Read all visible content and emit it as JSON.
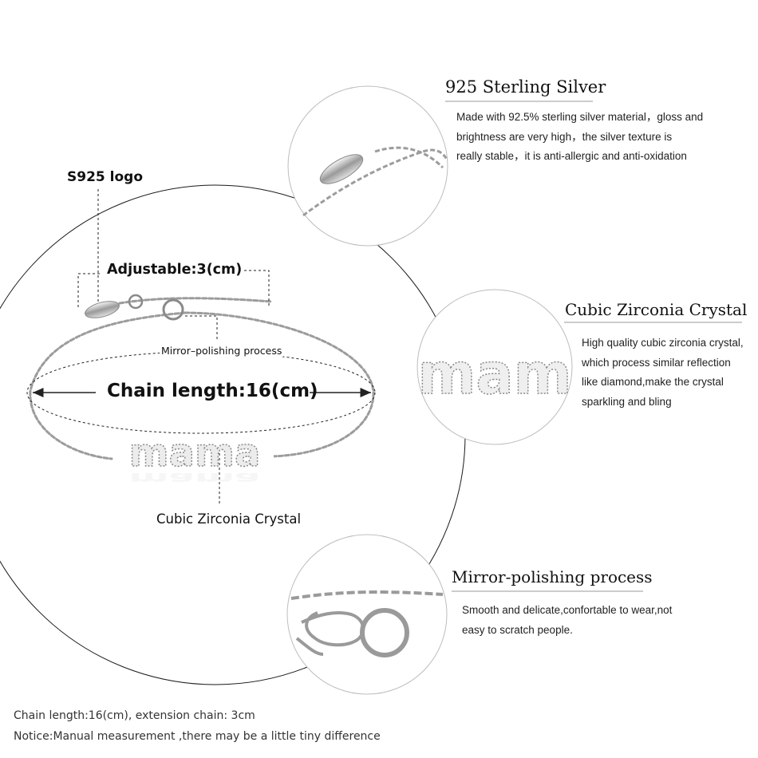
{
  "labels": {
    "s925_logo": "S925 logo",
    "adjustable": "Adjustable:3(cm)",
    "mirror_process": "Mirror–polishing process",
    "chain_length": "Chain length:16(cm)",
    "cubic_zirconia": "Cubic Zirconia Crystal"
  },
  "features": [
    {
      "title": "925 Sterling Silver",
      "lines": [
        "Made with 92.5% sterling silver material，gloss and",
        "brightness are very high，the silver texture is",
        "really stable，it is anti-allergic and anti-oxidation"
      ]
    },
    {
      "title": "Cubic Zirconia Crystal",
      "lines": [
        "High quality cubic zirconia crystal,",
        "which process similar reflection",
        "like diamond,make the crystal",
        "sparkling and bling"
      ]
    },
    {
      "title": "Mirror-polishing process",
      "lines": [
        "Smooth and delicate,confortable to wear,not",
        "easy to scratch people."
      ]
    }
  ],
  "footer": {
    "line1": "Chain length:16(cm), extension chain: 3cm",
    "line2": "Notice:Manual measurement ,there may be a little tiny  difference"
  },
  "pendant_word": "mama"
}
